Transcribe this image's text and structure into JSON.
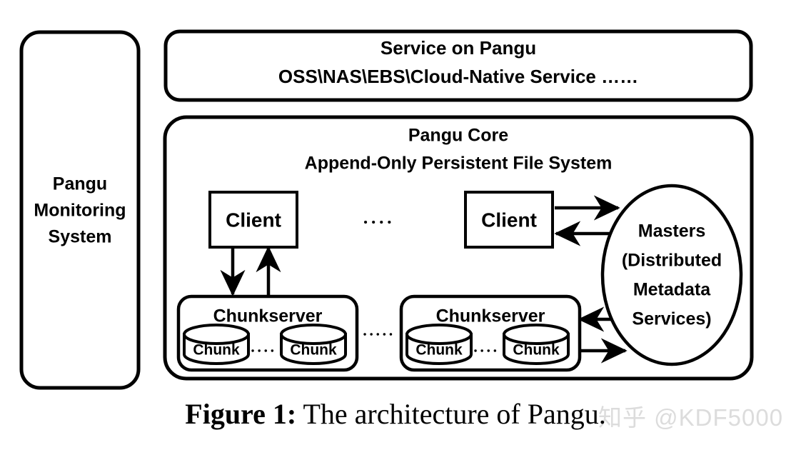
{
  "figure": {
    "caption_label": "Figure 1:",
    "caption_text": " The architecture of Pangu.",
    "watermark": "知乎 @KDF5000",
    "colors": {
      "stroke": "#000000",
      "background": "#ffffff",
      "watermark": "#dcdcdc"
    }
  },
  "sidebar": {
    "name": "Pangu Monitoring System",
    "lines": [
      "Pangu",
      "Monitoring",
      "System"
    ]
  },
  "service_layer": {
    "lines": [
      "Service on Pangu",
      "OSS\\NAS\\EBS\\Cloud-Native Service ……"
    ],
    "title": "Service on Pangu",
    "subtitle": "OSS\\NAS\\EBS\\Cloud-Native Service ……"
  },
  "core": {
    "title": "Pangu Core",
    "subtitle": "Append-Only Persistent File System",
    "clients": [
      {
        "label": "Client"
      },
      {
        "label": "Client"
      }
    ],
    "client_ellipsis": "……",
    "chunkservers": [
      {
        "label": "Chunkserver",
        "chunks": [
          {
            "label": "Chunk"
          },
          {
            "label": "Chunk"
          }
        ],
        "chunk_ellipsis": "……"
      },
      {
        "label": "Chunkserver",
        "chunks": [
          {
            "label": "Chunk"
          },
          {
            "label": "Chunk"
          }
        ],
        "chunk_ellipsis": "……"
      }
    ],
    "chunkserver_ellipsis": "……",
    "masters": {
      "lines": [
        "Masters",
        "(Distributed",
        "Metadata",
        "Services)"
      ],
      "name": "Masters (Distributed Metadata Services)"
    }
  },
  "chart_data": {
    "type": "diagram",
    "title": "The architecture of Pangu",
    "nodes": [
      "Pangu Monitoring System",
      "Service on Pangu",
      "Pangu Core",
      "Client",
      "Client",
      "Chunkserver",
      "Chunkserver",
      "Chunk",
      "Masters (Distributed Metadata Services)"
    ],
    "edges": [
      {
        "from": "Client (left)",
        "to": "Chunkserver (left)",
        "direction": "down"
      },
      {
        "from": "Chunkserver (left)",
        "to": "Client (left)",
        "direction": "up"
      },
      {
        "from": "Client (right)",
        "to": "Masters",
        "direction": "right"
      },
      {
        "from": "Masters",
        "to": "Client (right)",
        "direction": "left"
      },
      {
        "from": "Masters",
        "to": "Chunkserver (right)",
        "direction": "left"
      },
      {
        "from": "Chunkserver (right)",
        "to": "Masters",
        "direction": "right"
      }
    ]
  }
}
